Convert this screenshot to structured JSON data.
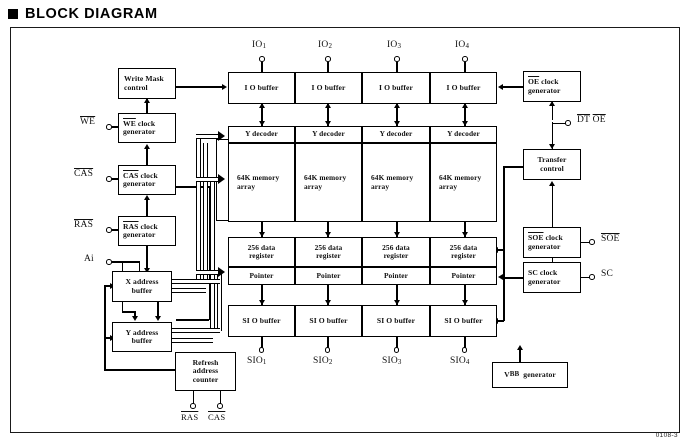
{
  "heading": {
    "title": "BLOCK DIAGRAM",
    "bullet": "square-bullet"
  },
  "page_code": "0108-3",
  "colors": {
    "ink": "#000000",
    "paper": "#ffffff"
  },
  "pins": {
    "io": [
      {
        "label": "IO",
        "index": "1"
      },
      {
        "label": "IO",
        "index": "2"
      },
      {
        "label": "IO",
        "index": "3"
      },
      {
        "label": "IO",
        "index": "4"
      }
    ],
    "sio": [
      {
        "label": "SIO",
        "index": "1"
      },
      {
        "label": "SIO",
        "index": "2"
      },
      {
        "label": "SIO",
        "index": "3"
      },
      {
        "label": "SIO",
        "index": "4"
      }
    ],
    "we": "WE",
    "cas": "CAS",
    "ras": "RAS",
    "ai": "Ai",
    "dt_oe_a": "DT",
    "dt_oe_b": "OE",
    "soe": "SOE",
    "sc": "SC",
    "refresh_ras": "RAS",
    "refresh_cas": "CAS"
  },
  "blocks": {
    "write_mask": {
      "line1": "Write Mask",
      "line2": "control"
    },
    "we_clock": {
      "line1": "WE clock",
      "line2": "generator"
    },
    "cas_clock": {
      "line1": "CAS clock",
      "line2": "generator"
    },
    "ras_clock": {
      "line1": "RAS clock",
      "line2": "generator"
    },
    "x_address": {
      "line1": "X address",
      "line2": "buffer"
    },
    "y_address": {
      "line1": "Y address",
      "line2": "buffer"
    },
    "refresh_counter": {
      "line1": "Refresh",
      "line2": "address",
      "line3": "counter"
    },
    "oe_clock": {
      "line1": "OE clock",
      "line2": "generator"
    },
    "transfer_control": {
      "line1": "Transfer",
      "line2": "control"
    },
    "soe_clock": {
      "line1": "SOE clock",
      "line2": "generator"
    },
    "sc_clock": {
      "line1": "SC clock",
      "line2": "generator"
    },
    "vbb": {
      "line1": "V",
      "sub": "BB",
      "line2": "generator"
    }
  },
  "columns": [
    {
      "io_buffer": "I  O buffer",
      "y_decoder": "Y decoder",
      "memory_array_l1": "64K memory",
      "memory_array_l2": "array",
      "data_register_l1": "256 data",
      "data_register_l2": "register",
      "pointer": "Pointer",
      "sio_buffer": "SI  O buffer"
    },
    {
      "io_buffer": "I  O buffer",
      "y_decoder": "Y decoder",
      "memory_array_l1": "64K memory",
      "memory_array_l2": "array",
      "data_register_l1": "256 data",
      "data_register_l2": "register",
      "pointer": "Pointer",
      "sio_buffer": "SI  O buffer"
    },
    {
      "io_buffer": "I  O buffer",
      "y_decoder": "Y decoder",
      "memory_array_l1": "64K memory",
      "memory_array_l2": "array",
      "data_register_l1": "256 data",
      "data_register_l2": "register",
      "pointer": "Pointer",
      "sio_buffer": "SI  O buffer"
    },
    {
      "io_buffer": "I  O buffer",
      "y_decoder": "Y decoder",
      "memory_array_l1": "64K memory",
      "memory_array_l2": "array",
      "data_register_l1": "256 data",
      "data_register_l2": "register",
      "pointer": "Pointer",
      "sio_buffer": "SI  O buffer"
    }
  ]
}
